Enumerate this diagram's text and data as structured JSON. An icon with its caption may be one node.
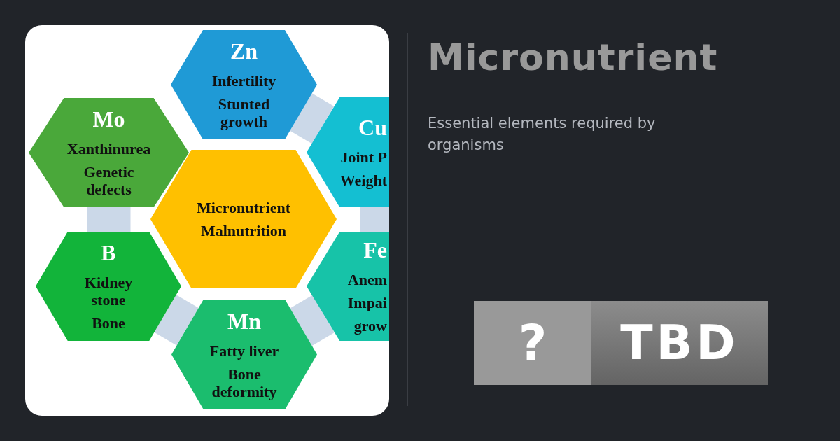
{
  "diagram": {
    "title": "Micronutrient",
    "nodes": [
      {
        "text": [
          "Zn",
          "Infertility",
          "Stunted growth"
        ]
      },
      {
        "text": [
          "Mo",
          "Xanthinurea",
          "Genetic defects"
        ]
      },
      {
        "text": [
          "Cu",
          "Joint P",
          "Weight"
        ]
      },
      {
        "text": [
          "Micronutrient",
          "Malnutrition"
        ]
      },
      {
        "text": [
          "B",
          "Kidney stone",
          "Bone"
        ]
      },
      {
        "text": [
          "Fe",
          "Anem",
          "Impai",
          "grow"
        ]
      },
      {
        "text": [
          "Mn",
          "Fatty liver",
          "Bone deformity"
        ]
      },
      {
        "text": [
          "?"
        ]
      },
      {
        "text": [
          "TBD"
        ]
      }
    ],
    "edges": [
      {
        "from": 0,
        "to": 2,
        "arrow": "none"
      },
      {
        "from": 1,
        "to": 4,
        "arrow": "none"
      },
      {
        "from": 2,
        "to": 5,
        "arrow": "none"
      },
      {
        "from": 4,
        "to": 6,
        "arrow": "none"
      },
      {
        "from": 6,
        "to": 5,
        "arrow": "none"
      }
    ],
    "labels": [
      "Essential elements required by organisms"
    ]
  }
}
